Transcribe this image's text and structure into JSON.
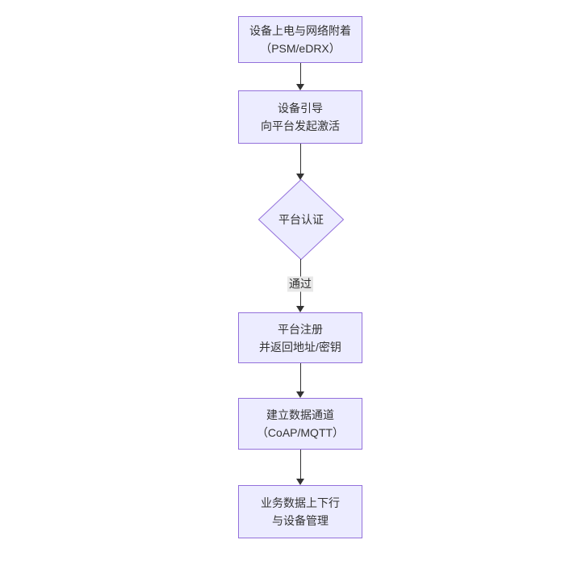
{
  "diagram": {
    "type": "flowchart",
    "direction": "top-down",
    "colors": {
      "background": "#ffffff",
      "node_fill": "#ECECFF",
      "node_border": "#9370DB",
      "edge_color": "#333333",
      "edge_label_bg": "#e8e8e8",
      "text_color": "#333333"
    },
    "nodes": [
      {
        "id": "power-attach",
        "shape": "rect",
        "lines": [
          "设备上电与网络附着",
          "（PSM/eDRX）"
        ]
      },
      {
        "id": "bootstrap",
        "shape": "rect",
        "lines": [
          "设备引导",
          "向平台发起激活"
        ]
      },
      {
        "id": "auth",
        "shape": "diamond",
        "lines": [
          "平台认证"
        ]
      },
      {
        "id": "register",
        "shape": "rect",
        "lines": [
          "平台注册",
          "并返回地址/密钥"
        ]
      },
      {
        "id": "channel",
        "shape": "rect",
        "lines": [
          "建立数据通道",
          "（CoAP/MQTT）"
        ]
      },
      {
        "id": "business",
        "shape": "rect",
        "lines": [
          "业务数据上下行",
          "与设备管理"
        ]
      }
    ],
    "edges": [
      {
        "from": "power-attach",
        "to": "bootstrap",
        "label": ""
      },
      {
        "from": "bootstrap",
        "to": "auth",
        "label": ""
      },
      {
        "from": "auth",
        "to": "register",
        "label": "通过"
      },
      {
        "from": "register",
        "to": "channel",
        "label": ""
      },
      {
        "from": "channel",
        "to": "business",
        "label": ""
      }
    ]
  }
}
